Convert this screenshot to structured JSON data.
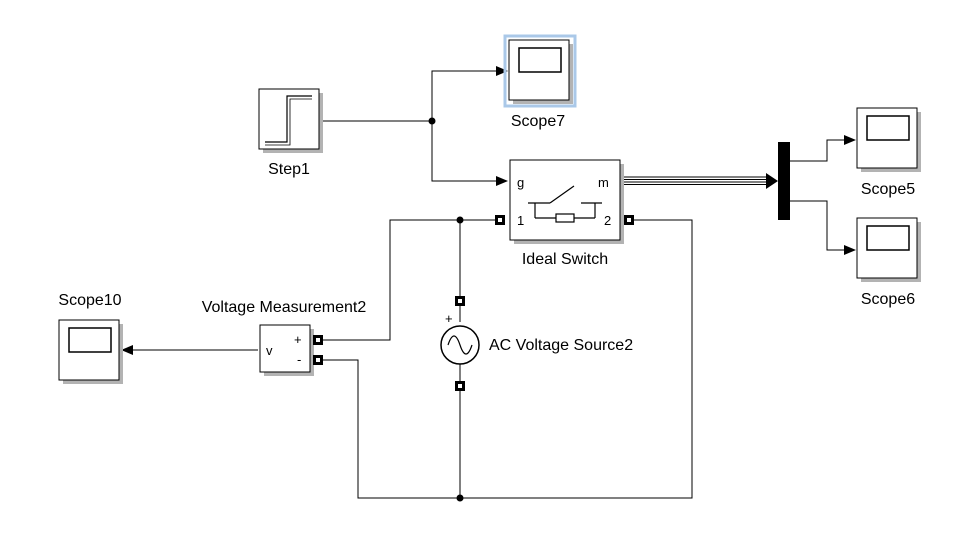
{
  "diagram": {
    "blocks": {
      "step": {
        "label": "Step1"
      },
      "scope7": {
        "label": "Scope7"
      },
      "scope5": {
        "label": "Scope5"
      },
      "scope6": {
        "label": "Scope6"
      },
      "scope10": {
        "label": "Scope10"
      },
      "switch": {
        "label": "Ideal Switch",
        "port_g": "g",
        "port_m": "m",
        "port_1": "1",
        "port_2": "2"
      },
      "vmeas": {
        "label": "Voltage Measurement2",
        "port_v": "v",
        "port_plus": "+",
        "port_minus": "-"
      },
      "acsource": {
        "label": "AC Voltage Source2",
        "port_plus": "+"
      }
    },
    "colors": {
      "selection_highlight": "#aac8e8",
      "shadow": "#b3b3b3",
      "line": "#000000"
    }
  }
}
